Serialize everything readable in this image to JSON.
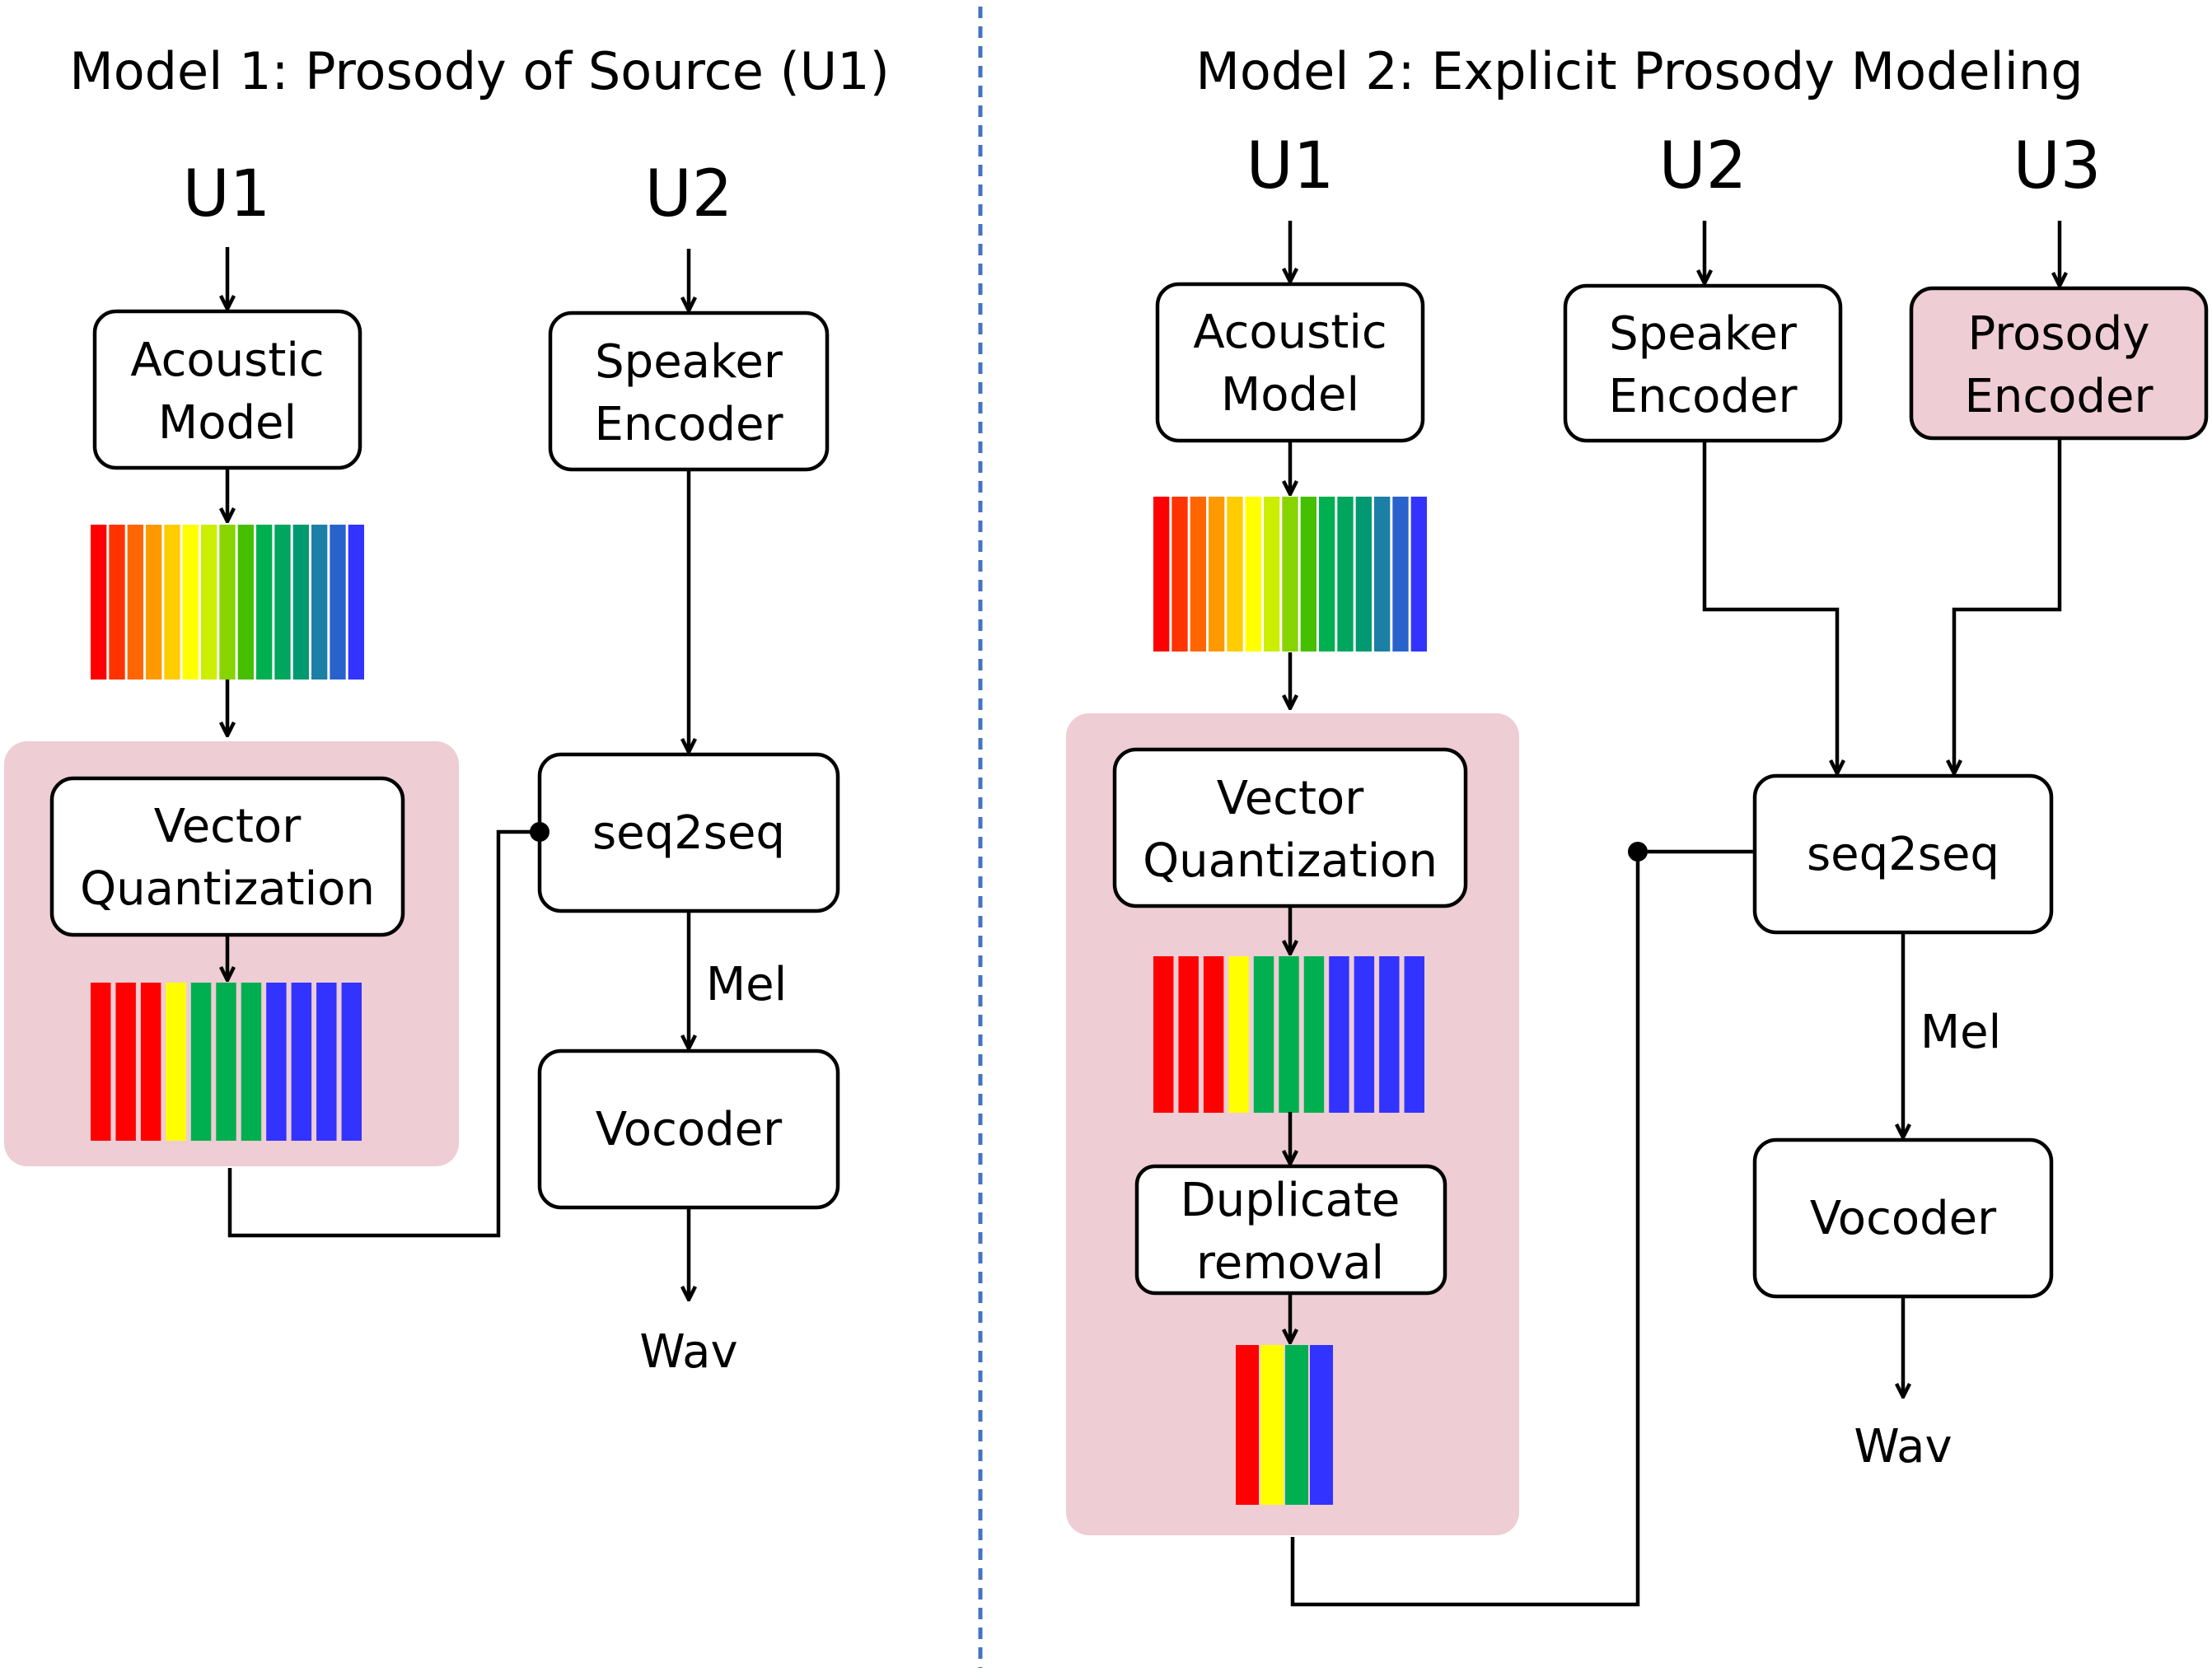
{
  "model1": {
    "title": "Model 1: Prosody of Source (U1)",
    "input_u1": "U1",
    "input_u2": "U2",
    "acoustic_model": [
      "Acoustic",
      "Model"
    ],
    "vector_quantization": [
      "Vector",
      "Quantization"
    ],
    "speaker_encoder": [
      "Speaker",
      "Encoder"
    ],
    "seq2seq": "seq2seq",
    "mel": "Mel",
    "vocoder": "Vocoder",
    "output": "Wav"
  },
  "model2": {
    "title": "Model 2: Explicit Prosody Modeling",
    "input_u1": "U1",
    "input_u2": "U2",
    "input_u3": "U3",
    "acoustic_model": [
      "Acoustic",
      "Model"
    ],
    "vector_quantization": [
      "Vector",
      "Quantization"
    ],
    "duplicate_removal": [
      "Duplicate",
      "removal"
    ],
    "speaker_encoder": [
      "Speaker",
      "Encoder"
    ],
    "prosody_encoder": [
      "Prosody",
      "Encoder"
    ],
    "seq2seq": "seq2seq",
    "mel": "Mel",
    "vocoder": "Vocoder",
    "output": "Wav"
  },
  "colors": {
    "highlight_fill": "#eecdd4",
    "divider": "#4472c4",
    "spectrum": [
      "#ff0000",
      "#ff3300",
      "#ff6600",
      "#ff9900",
      "#ffcc00",
      "#ffff00",
      "#ccee00",
      "#88d400",
      "#44c000",
      "#00b050",
      "#00a55e",
      "#009970",
      "#1c7fa6",
      "#2a62cc",
      "#3333ff"
    ],
    "quantized": [
      "#ff0000",
      "#ff0000",
      "#ff0000",
      "#ffff00",
      "#00b050",
      "#00b050",
      "#00b050",
      "#3333ff",
      "#3333ff",
      "#3333ff",
      "#3333ff"
    ],
    "deduplicated": [
      "#ff0000",
      "#ffff00",
      "#00b050",
      "#3333ff"
    ]
  }
}
